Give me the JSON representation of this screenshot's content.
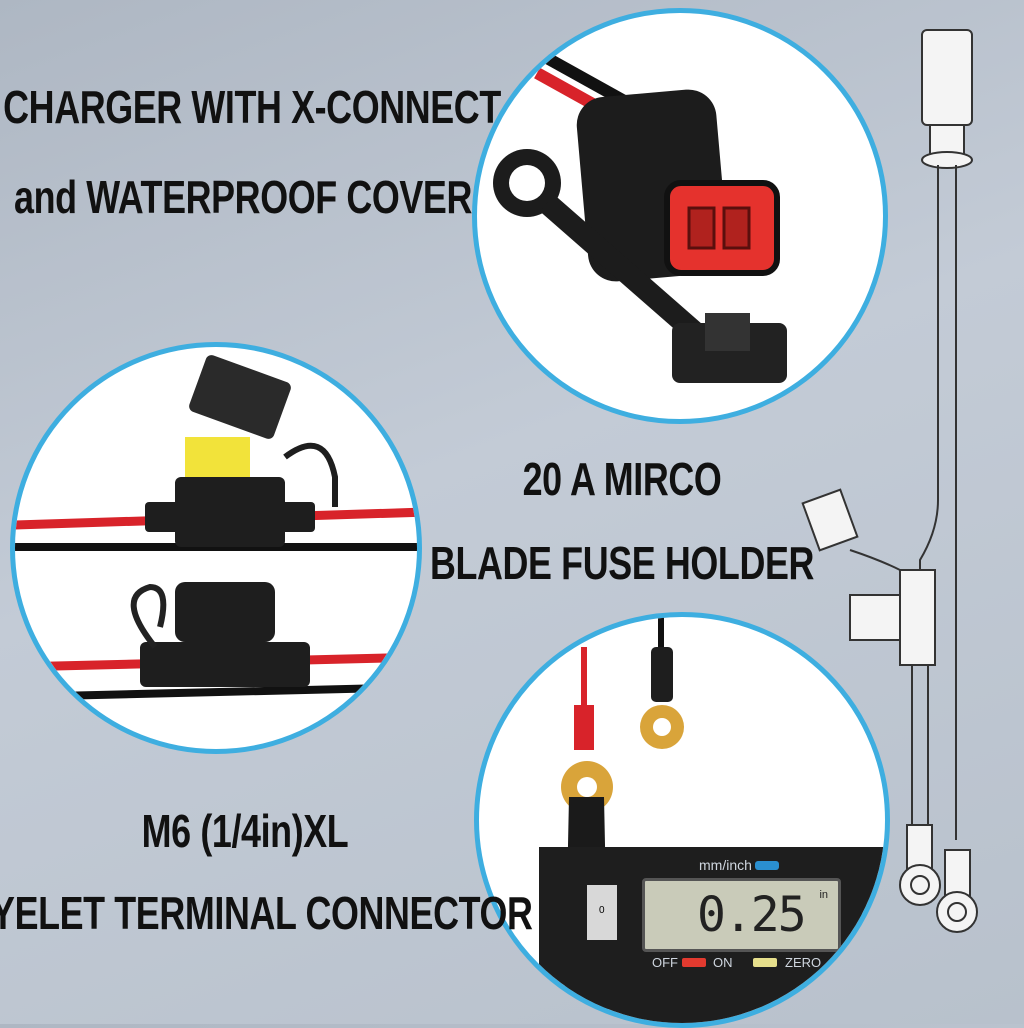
{
  "captions": {
    "xconnect_line1": "CHARGER WITH X-CONNECT",
    "xconnect_line2": "and WATERPROOF COVER",
    "fuse_line1": "20 A MIRCO",
    "fuse_line2": "BLADE FUSE HOLDER",
    "eyelet_line1": "M6 (1/4in)XL",
    "eyelet_line2": "EYELET TERMINAL CONNECTOR"
  },
  "caliper": {
    "unit_label": "mm/inch",
    "reading": "0.25",
    "reading_unit": "in",
    "off_label": "OFF",
    "on_label": "ON",
    "zero_label": "ZERO",
    "scale_zero": "0"
  },
  "colors": {
    "circle_border": "#3eaee0",
    "wire_red": "#d8232a",
    "connector_red": "#e5322d",
    "fuse_yellow": "#f2e33a",
    "eyelet_gold": "#d9a43a"
  }
}
